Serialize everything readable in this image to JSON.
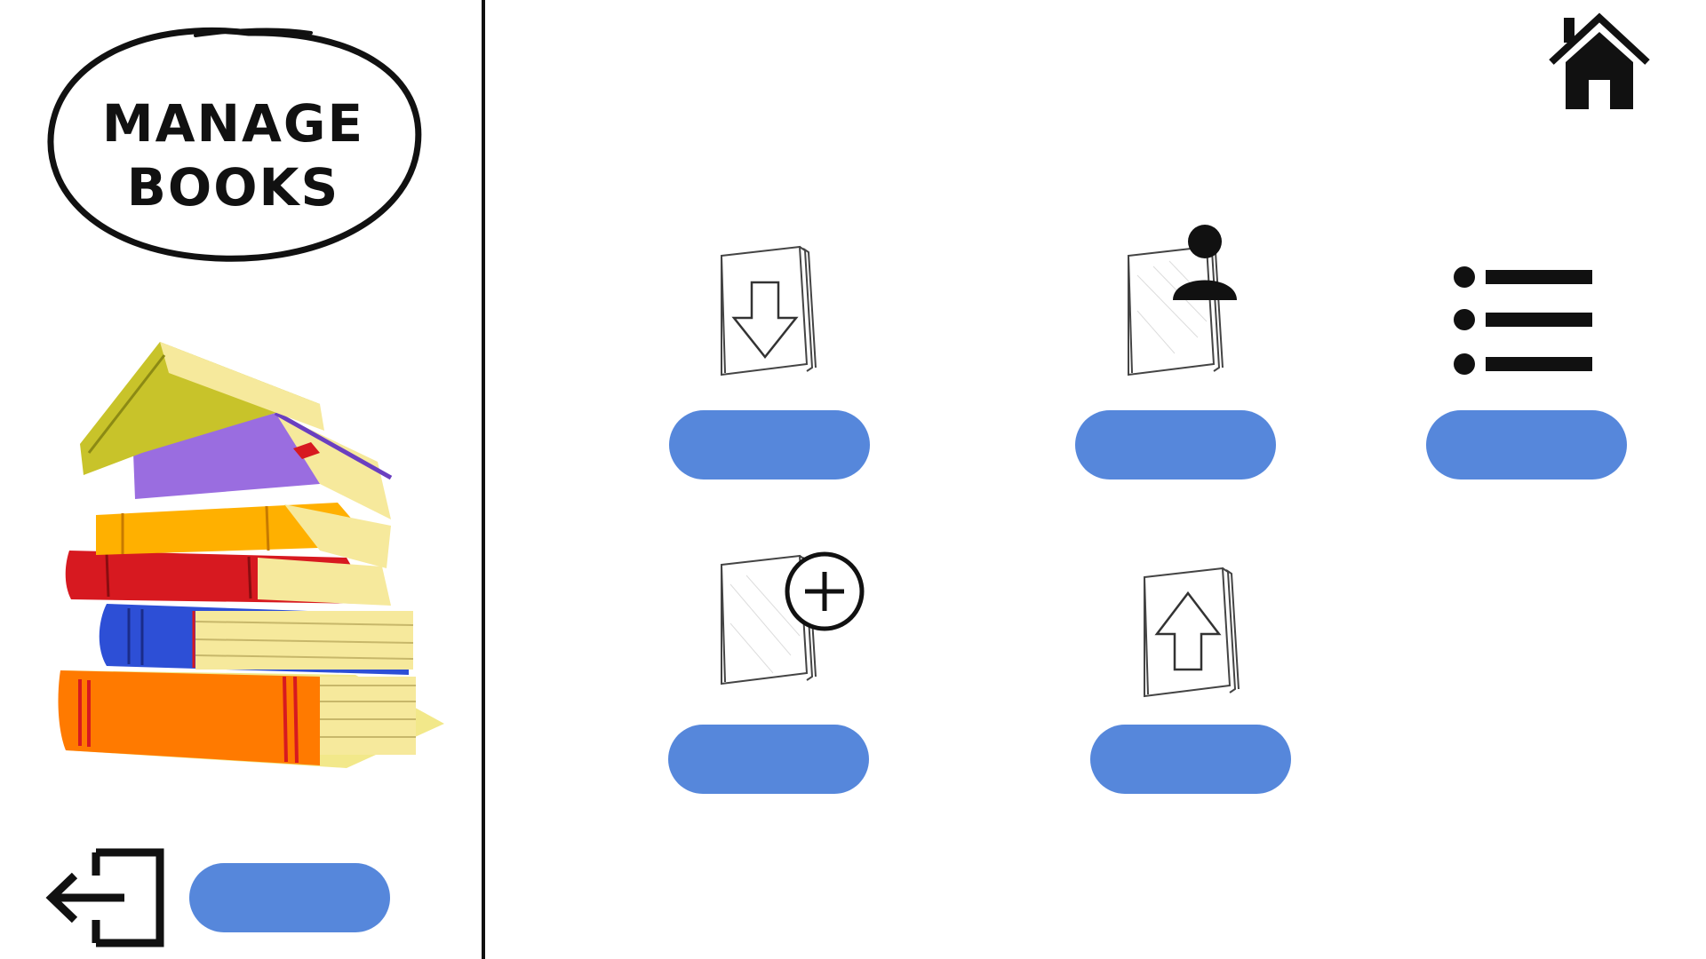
{
  "app": {
    "title_line1": "MANAGE",
    "title_line2": "BOOKS"
  },
  "colors": {
    "button": "#5687db",
    "ink": "#111111",
    "background": "#ffffff"
  },
  "actions": [
    {
      "id": "download-book",
      "icon": "book-download-icon",
      "label": ""
    },
    {
      "id": "assign-book",
      "icon": "book-user-icon",
      "label": ""
    },
    {
      "id": "list-books",
      "icon": "list-icon",
      "label": ""
    },
    {
      "id": "add-book",
      "icon": "book-add-icon",
      "label": ""
    },
    {
      "id": "upload-book",
      "icon": "book-upload-icon",
      "label": ""
    }
  ],
  "footer": {
    "logout_label": "",
    "logout_icon": "logout-icon"
  },
  "header": {
    "home_icon": "home-icon"
  },
  "illustration": {
    "name": "book-stack-illustration",
    "colors": [
      "#ff7a00",
      "#2d4fd6",
      "#d71920",
      "#ffb000",
      "#9a6de0",
      "#c8c32a"
    ]
  }
}
